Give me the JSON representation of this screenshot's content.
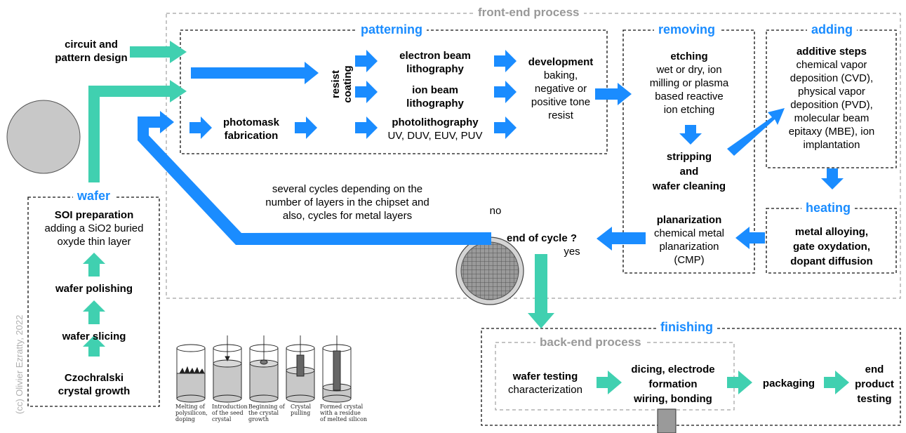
{
  "colors": {
    "blue": "#1a8cff",
    "green": "#40d0b0",
    "dash": "#111111",
    "grey": "#a0a0a0"
  },
  "sections": {
    "front_end": "front-end process",
    "patterning": "patterning",
    "removing": "removing",
    "adding": "adding",
    "heating": "heating",
    "wafer": "wafer",
    "finishing": "finishing",
    "back_end": "back-end process"
  },
  "circuit": {
    "line1": "circuit and",
    "line2": "pattern design"
  },
  "resist": {
    "line1": "resist",
    "line2": "coating"
  },
  "photomask": {
    "line1": "photomask",
    "line2": "fabrication"
  },
  "ebeam": {
    "line1": "electron beam",
    "line2": "lithography"
  },
  "ionbeam": {
    "line1": "ion beam",
    "line2": "lithography"
  },
  "photolitho": {
    "title": "photolithography",
    "sub": "UV, DUV, EUV, PUV"
  },
  "development": {
    "title": "development",
    "l1": "baking,",
    "l2": "negative or",
    "l3": "positive tone",
    "l4": "resist"
  },
  "etching": {
    "title": "etching",
    "l1": "wet or dry, ion",
    "l2": "milling or plasma",
    "l3": "based reactive",
    "l4": "ion etching"
  },
  "stripping": {
    "l1": "stripping",
    "l2": "and",
    "l3": "wafer cleaning"
  },
  "planarization": {
    "title": "planarization",
    "l1": "chemical metal",
    "l2": "planarization",
    "l3": "(CMP)"
  },
  "additive": {
    "title": "additive steps",
    "l1": "chemical vapor",
    "l2": "deposition (CVD),",
    "l3": "physical vapor",
    "l4": "deposition (PVD),",
    "l5": "molecular beam",
    "l6": "epitaxy (MBE), ion",
    "l7": "implantation"
  },
  "heating_box": {
    "l1": "metal alloying,",
    "l2": "gate oxydation,",
    "l3": "dopant diffusion"
  },
  "cycles": {
    "l1": "several cycles depending on the",
    "l2": "number of layers in the chipset and",
    "l3": "also, cycles for metal layers"
  },
  "no_label": "no",
  "yes_label": "yes",
  "end_cycle": "end of cycle ?",
  "wafer_steps": {
    "soi_title": "SOI preparation",
    "soi_l1": "adding a SiO2 buried",
    "soi_l2": "oxyde thin layer",
    "polishing": "wafer polishing",
    "slicing": "wafer slicing",
    "czo_l1": "Czochralski",
    "czo_l2": "crystal growth"
  },
  "crystal_captions": [
    [
      "Melting of",
      "polysilicon,",
      "doping"
    ],
    [
      "Introduction",
      "of the seed",
      "crystal"
    ],
    [
      "Beginning of",
      "the crystal",
      "growth"
    ],
    [
      "Crystal",
      "pulling"
    ],
    [
      "Formed crystal",
      "with a residue",
      "of melted silicon"
    ]
  ],
  "finishing_steps": {
    "testing_title": "wafer testing",
    "testing_sub": "characterization",
    "dicing_l1": "dicing, electrode",
    "dicing_l2": "formation",
    "dicing_l3": "wiring, bonding",
    "packaging": "packaging",
    "end_l1": "end",
    "end_l2": "product",
    "end_l3": "testing"
  },
  "credit": "(cc) Olivier Ezratty, 2022"
}
